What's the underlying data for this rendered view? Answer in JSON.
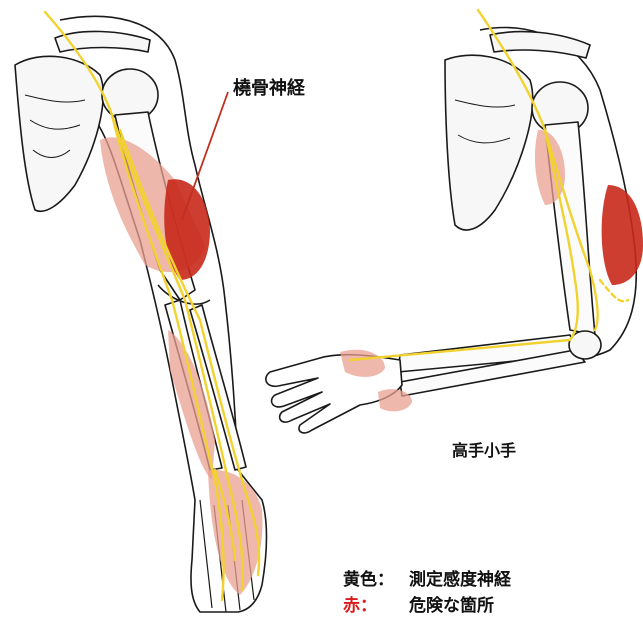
{
  "labels": {
    "nerve_name": "橈骨神経",
    "pose_name": "高手小手"
  },
  "legend": {
    "items": [
      {
        "key": "黄色：",
        "value": "測定感度神経",
        "key_color": "#111111"
      },
      {
        "key": "赤：",
        "value": "危険な箇所",
        "key_color": "#d81c1c"
      }
    ]
  },
  "colors": {
    "nerve_yellow": "#f2d22e",
    "danger_dark": "#c8281a",
    "danger_light": "#e9a090",
    "outline": "#1a1a1a",
    "pointer_line": "#c0301e"
  }
}
